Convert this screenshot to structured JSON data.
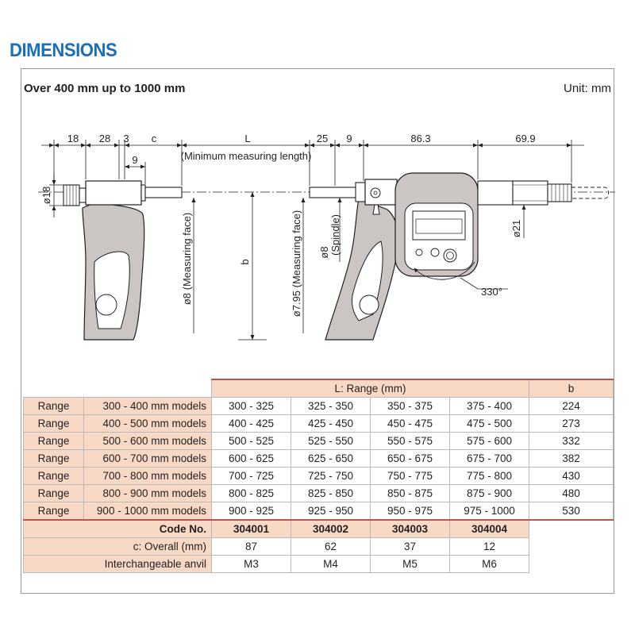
{
  "heading": "DIMENSIONS",
  "subtitle": "Over 400 mm up to 1000 mm",
  "unit": "Unit: mm",
  "drawing": {
    "dim_18": "18",
    "dim_28": "28",
    "dim_3": "3",
    "dim_c": "c",
    "dim_9_left": "9",
    "dim_L": "L",
    "min_length_note": "(Minimum measuring length)",
    "dim_25": "25",
    "dim_9_right": "9",
    "dim_86_3": "86.3",
    "dim_69_9": "69.9",
    "dia_18": "ø18",
    "dia_8_face": "ø8 (Measuring face)",
    "dim_b": "b",
    "dia_7_95_face": "ø7.95 (Measuring face)",
    "dia_8": "ø8",
    "spindle_note": "(Spindle)",
    "dia_21": "ø21",
    "angle_330": "330°"
  },
  "table": {
    "header_range": "L: Range (mm)",
    "header_b": "b",
    "rows": [
      {
        "label": "Range",
        "models": "300 - 400 mm models",
        "r1": "300 - 325",
        "r2": "325 - 350",
        "r3": "350 - 375",
        "r4": "375 - 400",
        "b": "224"
      },
      {
        "label": "Range",
        "models": "400 - 500 mm models",
        "r1": "400 - 425",
        "r2": "425 - 450",
        "r3": "450 - 475",
        "r4": "475 - 500",
        "b": "273"
      },
      {
        "label": "Range",
        "models": "500 - 600 mm models",
        "r1": "500 - 525",
        "r2": "525 - 550",
        "r3": "550 - 575",
        "r4": "575 - 600",
        "b": "332"
      },
      {
        "label": "Range",
        "models": "600 - 700 mm models",
        "r1": "600 - 625",
        "r2": "625 - 650",
        "r3": "650 - 675",
        "r4": "675 - 700",
        "b": "382"
      },
      {
        "label": "Range",
        "models": "700 - 800 mm models",
        "r1": "700 - 725",
        "r2": "725 - 750",
        "r3": "750 - 775",
        "r4": "775 - 800",
        "b": "430"
      },
      {
        "label": "Range",
        "models": "800 - 900 mm models",
        "r1": "800 - 825",
        "r2": "825 - 850",
        "r3": "850 - 875",
        "r4": "875 - 900",
        "b": "480"
      },
      {
        "label": "Range",
        "models": "900 - 1000 mm models",
        "r1": "900 - 925",
        "r2": "925 - 950",
        "r3": "950 - 975",
        "r4": "975 - 1000",
        "b": "530"
      }
    ],
    "code_label": "Code No.",
    "codes": [
      "304001",
      "304002",
      "304003",
      "304004"
    ],
    "overall_label": "c: Overall (mm)",
    "overall": [
      "87",
      "62",
      "37",
      "12"
    ],
    "anvil_label": "Interchangeable anvil",
    "anvils": [
      "M3",
      "M4",
      "M5",
      "M6"
    ]
  },
  "colors": {
    "heading": "#1a6fb8",
    "header_fill": "#f8d9c6",
    "frame_body": "#cbc6c3",
    "accent_line": "#c0504d"
  }
}
